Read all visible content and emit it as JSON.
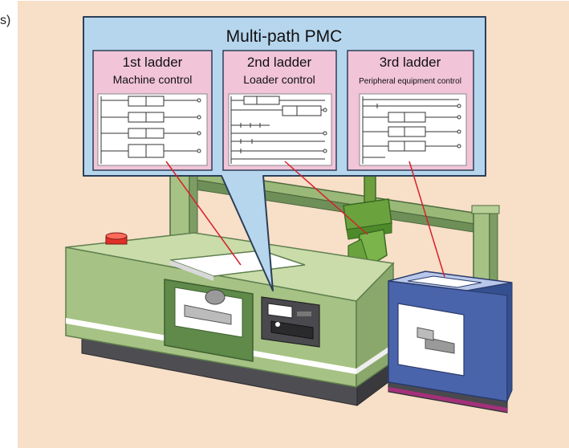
{
  "figure_marker": "s)",
  "pmc": {
    "title": "Multi-path PMC"
  },
  "ladders": [
    {
      "heading": "1st ladder",
      "subtitle": "Machine control"
    },
    {
      "heading": "2nd ladder",
      "subtitle": "Loader control"
    },
    {
      "heading": "3rd ladder",
      "subtitle": "Peripheral equipment control"
    }
  ],
  "colors": {
    "background": "#f7dfc8",
    "pmc_panel": "#b6d6ee",
    "pmc_border": "#2c3f57",
    "ladder_panel": "#f1c4d8",
    "machine_green": "#a6c284",
    "machine_dark": "#5f7f4e",
    "peripheral_blue": "#4a64ac",
    "connector_red": "#d8202a",
    "stripe_magenta": "#a4307a"
  }
}
